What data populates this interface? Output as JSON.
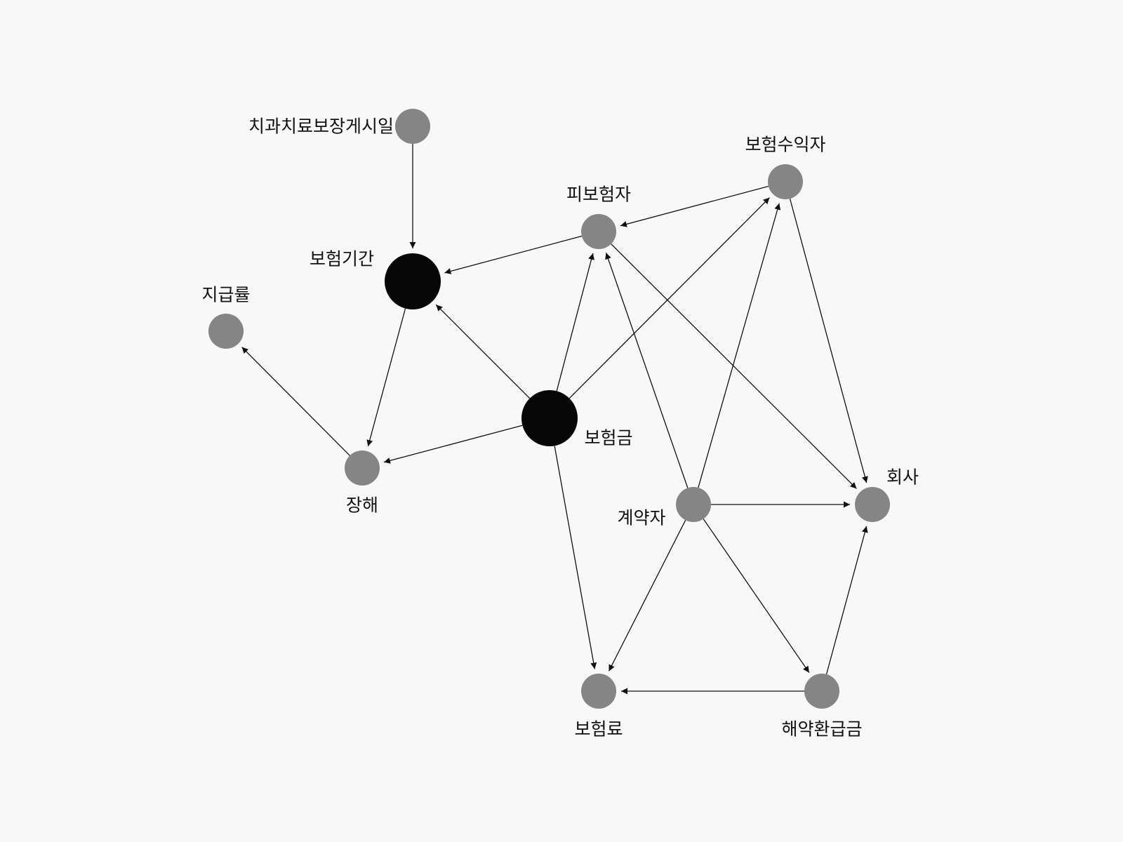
{
  "nodes": [
    {
      "id": "n0",
      "label": "치과치료보장게시일",
      "kind": "normal"
    },
    {
      "id": "n1",
      "label": "보험기간",
      "kind": "major"
    },
    {
      "id": "n2",
      "label": "지급률",
      "kind": "normal"
    },
    {
      "id": "n3",
      "label": "장해",
      "kind": "normal"
    },
    {
      "id": "n4",
      "label": "보험금",
      "kind": "major"
    },
    {
      "id": "n5",
      "label": "피보험자",
      "kind": "normal"
    },
    {
      "id": "n6",
      "label": "보험수익자",
      "kind": "normal"
    },
    {
      "id": "n7",
      "label": "회사",
      "kind": "normal"
    },
    {
      "id": "n8",
      "label": "계약자",
      "kind": "normal"
    },
    {
      "id": "n9",
      "label": "보험료",
      "kind": "normal"
    },
    {
      "id": "n10",
      "label": "해약환급금",
      "kind": "normal"
    }
  ],
  "edges": [
    [
      "n0",
      "n1"
    ],
    [
      "n5",
      "n1"
    ],
    [
      "n6",
      "n5"
    ],
    [
      "n1",
      "n3"
    ],
    [
      "n4",
      "n1"
    ],
    [
      "n3",
      "n2"
    ],
    [
      "n4",
      "n3"
    ],
    [
      "n4",
      "n5"
    ],
    [
      "n4",
      "n6"
    ],
    [
      "n4",
      "n9"
    ],
    [
      "n5",
      "n7"
    ],
    [
      "n6",
      "n7"
    ],
    [
      "n8",
      "n5"
    ],
    [
      "n8",
      "n6"
    ],
    [
      "n8",
      "n7"
    ],
    [
      "n8",
      "n9"
    ],
    [
      "n8",
      "n10"
    ],
    [
      "n10",
      "n9"
    ],
    [
      "n10",
      "n7"
    ]
  ],
  "colors": {
    "normal": "#858585",
    "major": "#060606",
    "edge": "#111111",
    "background": "#f8f8f8"
  }
}
